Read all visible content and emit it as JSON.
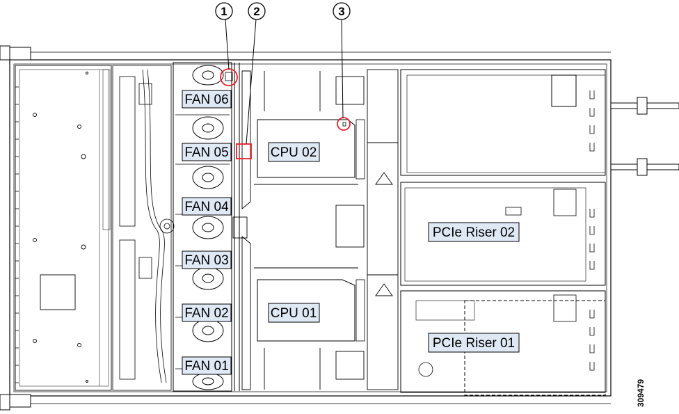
{
  "diagram": {
    "fans": [
      {
        "id": "fan6",
        "label": "FAN 06"
      },
      {
        "id": "fan5",
        "label": "FAN 05"
      },
      {
        "id": "fan4",
        "label": "FAN 04"
      },
      {
        "id": "fan3",
        "label": "FAN 03"
      },
      {
        "id": "fan2",
        "label": "FAN 02"
      },
      {
        "id": "fan1",
        "label": "FAN 01"
      }
    ],
    "cpus": [
      {
        "id": "cpu2",
        "label": "CPU 02"
      },
      {
        "id": "cpu1",
        "label": "CPU 01"
      }
    ],
    "risers": [
      {
        "id": "riser2",
        "label": "PCIe Riser 02"
      },
      {
        "id": "riser1",
        "label": "PCIe Riser 01"
      }
    ],
    "callouts": [
      {
        "id": "c1",
        "number": "1"
      },
      {
        "id": "c2",
        "number": "2"
      },
      {
        "id": "c3",
        "number": "3"
      }
    ],
    "figure_id": "309479",
    "colors": {
      "line": "#000000",
      "highlight": "#e8202a",
      "label_fill": "#dfe9f5",
      "module_fill": "#ffffff"
    }
  }
}
